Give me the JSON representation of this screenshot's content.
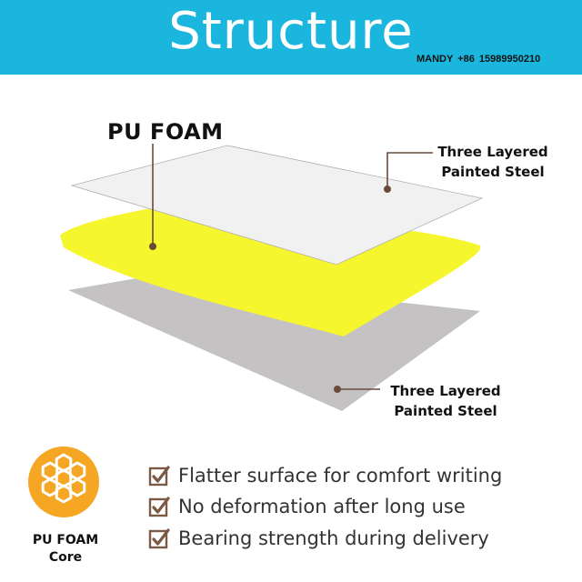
{
  "banner": {
    "title": "Structure",
    "contact": "MANDY  +86 15989950210"
  },
  "labels": {
    "foam": "PU FOAM",
    "top_layer": [
      "Three Layered",
      "Painted Steel"
    ],
    "bottom_layer": [
      "Three Layered",
      "Painted Steel"
    ]
  },
  "badge": {
    "title": "PU FOAM",
    "subtitle": "Core"
  },
  "features": [
    "Flatter surface for comfort writing",
    "No deformation after long use",
    "Bearing strength during delivery"
  ],
  "colors": {
    "banner": "#1bb6dd",
    "foam": "#f6f62e",
    "top_sheet": "#f1f1f1",
    "bottom_sheet": "#c4c2c2",
    "accent": "#f5a623",
    "leader": "#6a4b3a"
  }
}
